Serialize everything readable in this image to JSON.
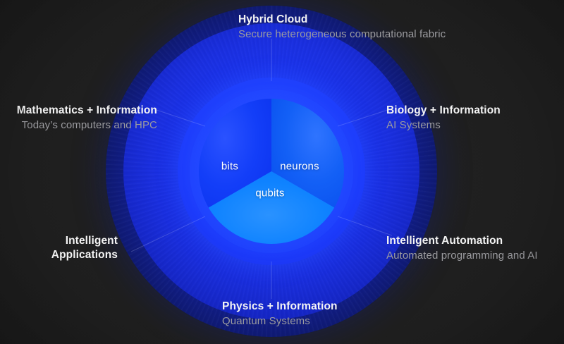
{
  "background_color": "#1f1f1f",
  "colors": {
    "ring_outer": "#0a1250",
    "ring_mid": "#1a2fe0",
    "ring_inner": "#2348ff",
    "segment_bits": "#0f3bf5",
    "segment_neurons": "#0a58f0",
    "segment_qubits": "#0b7bff",
    "title_text": "#f4f4f4",
    "subtitle_text": "#9b9b9f",
    "segment_label_text": "#ffffff"
  },
  "center": {
    "segments": [
      {
        "id": "neurons",
        "label": "neurons",
        "color": "#0a58f0",
        "start_angle": 0,
        "end_angle": 120,
        "share": 33.3
      },
      {
        "id": "qubits",
        "label": "qubits",
        "color": "#0b7bff",
        "start_angle": 120,
        "end_angle": 240,
        "share": 33.3
      },
      {
        "id": "bits",
        "label": "bits",
        "color": "#0f3bf5",
        "start_angle": 240,
        "end_angle": 360,
        "share": 33.3
      }
    ]
  },
  "callouts": [
    {
      "id": "hybrid-cloud",
      "title": "Hybrid Cloud",
      "subtitle": "Secure heterogeneous computational fabric",
      "position": "top"
    },
    {
      "id": "biology",
      "title": "Biology + Information",
      "subtitle": "AI Systems",
      "position": "upper-right"
    },
    {
      "id": "automation",
      "title": "Intelligent Automation",
      "subtitle": "Automated programming and AI",
      "position": "lower-right"
    },
    {
      "id": "physics",
      "title": "Physics + Information",
      "subtitle": "Quantum Systems",
      "position": "bottom"
    },
    {
      "id": "applications",
      "title": "Intelligent Applications",
      "subtitle": "",
      "position": "lower-left"
    },
    {
      "id": "mathematics",
      "title": "Mathematics + Information",
      "subtitle": "Today’s computers and HPC",
      "position": "upper-left"
    }
  ]
}
